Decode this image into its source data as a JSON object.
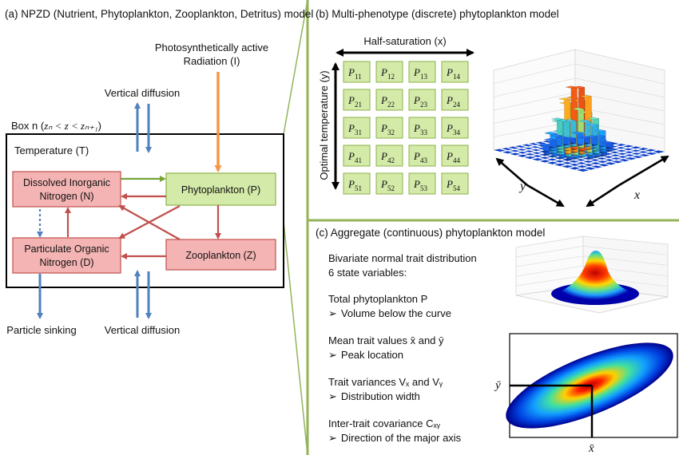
{
  "colors": {
    "green_divider": "#94b35a",
    "pink_fill": "#f4b4b4",
    "pink_stroke": "#c0504d",
    "green_fill": "#d4eaa8",
    "green_stroke": "#8db04a",
    "blue_arrow": "#4f81bd",
    "orange_arrow": "#f79646",
    "red_arrow": "#c0504d",
    "green_arrow": "#77a33a"
  },
  "panel_a": {
    "title": "(a) NPZD (Nutrient, Phytoplankton, Zooplankton, Detritus) model",
    "par_line1": "Photosynthetically active",
    "par_line2": "Radiation (I)",
    "vertical_diffusion_top": "Vertical diffusion",
    "box_label_prefix": "Box n (",
    "box_label_math": "zₙ < z < zₙ₊₁",
    "box_label_suffix": ")",
    "temperature": "Temperature (T)",
    "nutrient_line1": "Dissolved Inorganic",
    "nutrient_line2": "Nitrogen (N)",
    "phytoplankton": "Phytoplankton (P)",
    "detritus_line1": "Particulate Organic",
    "detritus_line2": "Nitrogen (D)",
    "zooplankton": "Zooplankton (Z)",
    "particle_sinking": "Particle sinking",
    "vertical_diffusion_bottom": "Vertical diffusion"
  },
  "panel_b": {
    "title": "(b) Multi-phenotype (discrete) phytoplankton model",
    "half_saturation": "Half-saturation (x)",
    "optimal_temperature": "Optimal temperature (y)",
    "grid": [
      [
        "P11",
        "P12",
        "P13",
        "P14"
      ],
      [
        "P21",
        "P22",
        "P23",
        "P24"
      ],
      [
        "P31",
        "P32",
        "P33",
        "P34"
      ],
      [
        "P41",
        "P42",
        "P43",
        "P44"
      ],
      [
        "P51",
        "P52",
        "P53",
        "P54"
      ]
    ],
    "axis_y": "y",
    "axis_x": "x"
  },
  "panel_c": {
    "title": "(c) Aggregate (continuous) phytoplankton model",
    "intro_line1": "Bivariate normal trait distribution",
    "intro_line2": "6 state variables:",
    "items": [
      {
        "head": "Total phytoplankton P",
        "detail": "Volume below the curve"
      },
      {
        "head": "Mean trait values x̄ and ȳ",
        "detail": "Peak location"
      },
      {
        "head": "Trait variances Vₓ and Vᵧ",
        "detail": "Distribution width"
      },
      {
        "head": "Inter-trait covariance Cₓᵧ",
        "detail": "Direction of the major axis"
      }
    ],
    "bullet": "➢",
    "ybar": "ȳ",
    "xbar": "x̄"
  }
}
